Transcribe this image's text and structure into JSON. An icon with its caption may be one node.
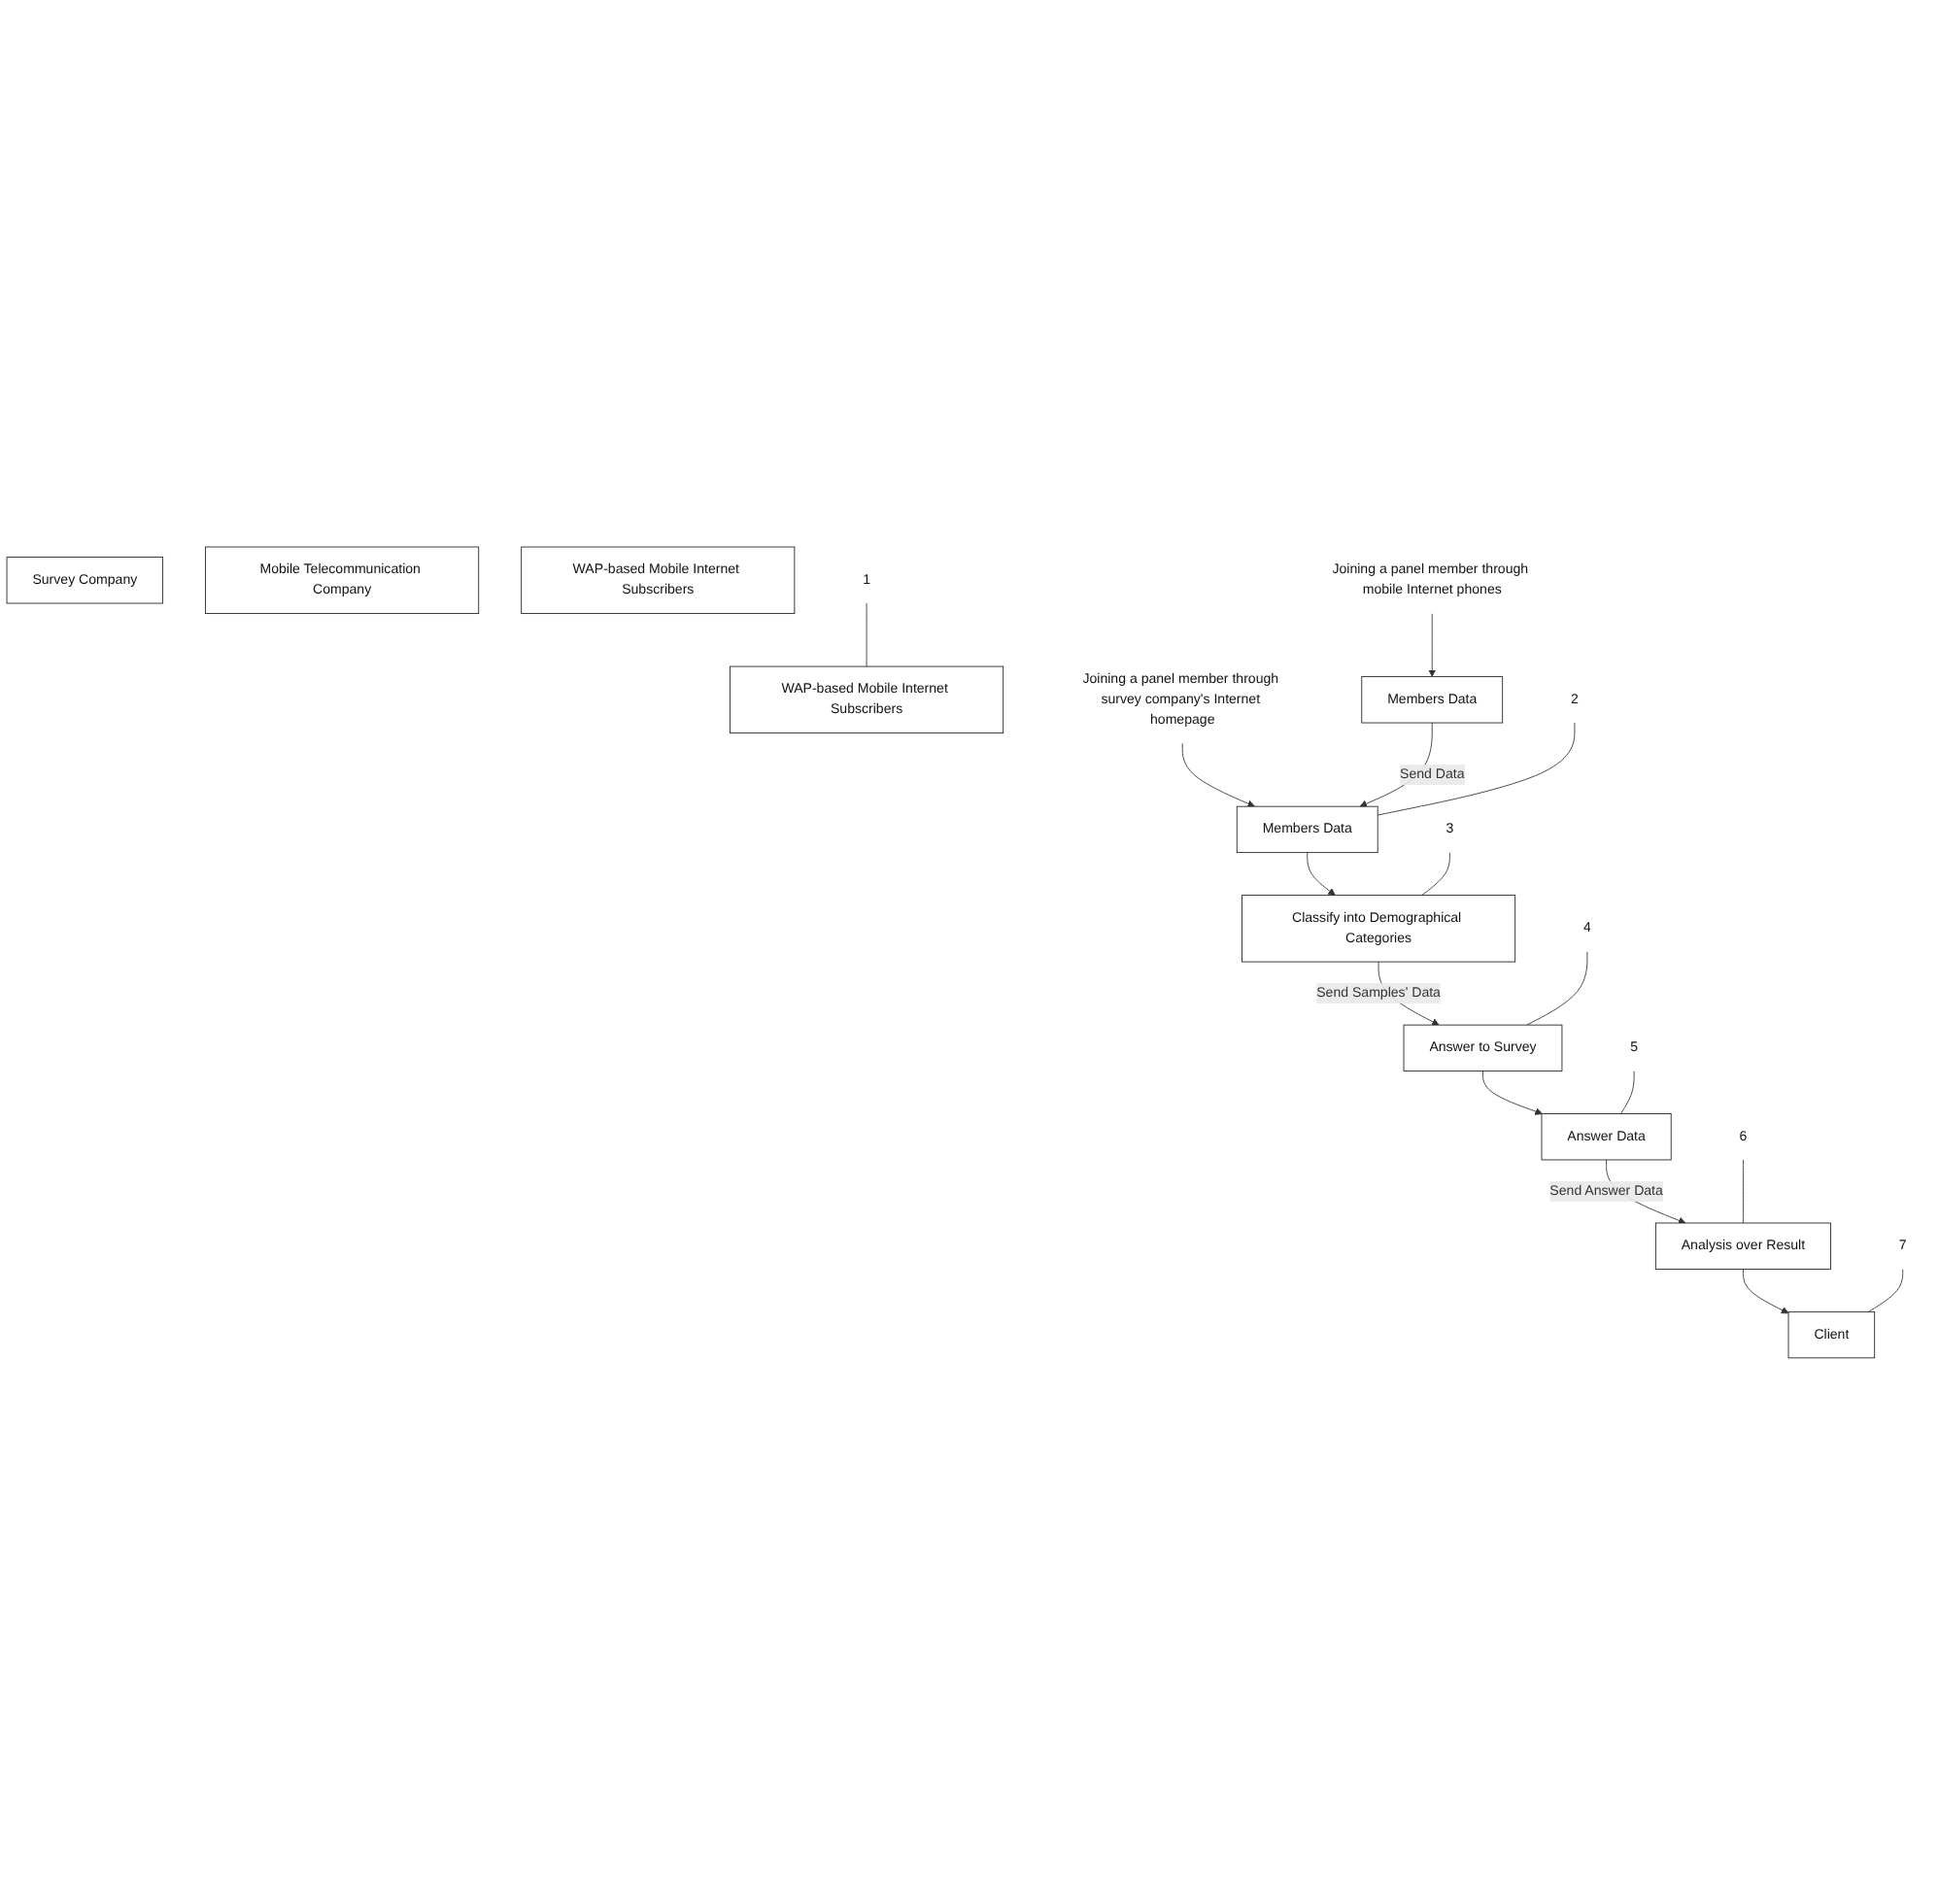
{
  "diagram": {
    "nodes": [
      {
        "text": [
          "Survey Company"
        ]
      },
      {
        "text": [
          "Mobile Telecommunication Company"
        ]
      },
      {
        "text": [
          "WAP-based Mobile Internet Subscribers"
        ]
      },
      {
        "text": [
          "WAP-based Mobile Internet Subscribers"
        ]
      },
      {
        "text": [
          "Joining a panel member through survey company's Internet homepage"
        ]
      },
      {
        "text": [
          "Joining a panel member through mobile Internet phones"
        ]
      },
      {
        "text": [
          "Members Data"
        ]
      },
      {
        "text": [
          "Members Data"
        ]
      },
      {
        "text": [
          "Classify into Demographical Categories"
        ]
      },
      {
        "text": [
          "Answer to Survey"
        ]
      },
      {
        "text": [
          "Answer Data"
        ]
      },
      {
        "text": [
          "Analysis over Result"
        ]
      },
      {
        "text": [
          "Client"
        ]
      },
      {
        "text": [
          "1"
        ]
      },
      {
        "text": [
          "2"
        ]
      },
      {
        "text": [
          "3"
        ]
      },
      {
        "text": [
          "4"
        ]
      },
      {
        "text": [
          "5"
        ]
      },
      {
        "text": [
          "6"
        ]
      },
      {
        "text": [
          "7"
        ]
      }
    ],
    "edges": [
      {
        "from": 4,
        "to": 6,
        "arrow": "to"
      },
      {
        "from": 5,
        "to": 7,
        "arrow": "to"
      },
      {
        "from": 7,
        "to": 6,
        "arrow": "to",
        "label": "Send Data"
      },
      {
        "from": 6,
        "to": 8,
        "arrow": "to"
      },
      {
        "from": 8,
        "to": 9,
        "arrow": "to",
        "label": "Send Samples' Data"
      },
      {
        "from": 9,
        "to": 10,
        "arrow": "to"
      },
      {
        "from": 10,
        "to": 11,
        "arrow": "to",
        "label": "Send Answer Data"
      },
      {
        "from": 11,
        "to": 12,
        "arrow": "to"
      },
      {
        "from": 13,
        "to": 2,
        "arrow": "none"
      },
      {
        "from": 14,
        "to": 6,
        "arrow": "none"
      },
      {
        "from": 15,
        "to": 8,
        "arrow": "none"
      },
      {
        "from": 16,
        "to": 9,
        "arrow": "none"
      },
      {
        "from": 17,
        "to": 10,
        "arrow": "none"
      },
      {
        "from": 18,
        "to": 11,
        "arrow": "none"
      },
      {
        "from": 19,
        "to": 12,
        "arrow": "none"
      }
    ]
  }
}
